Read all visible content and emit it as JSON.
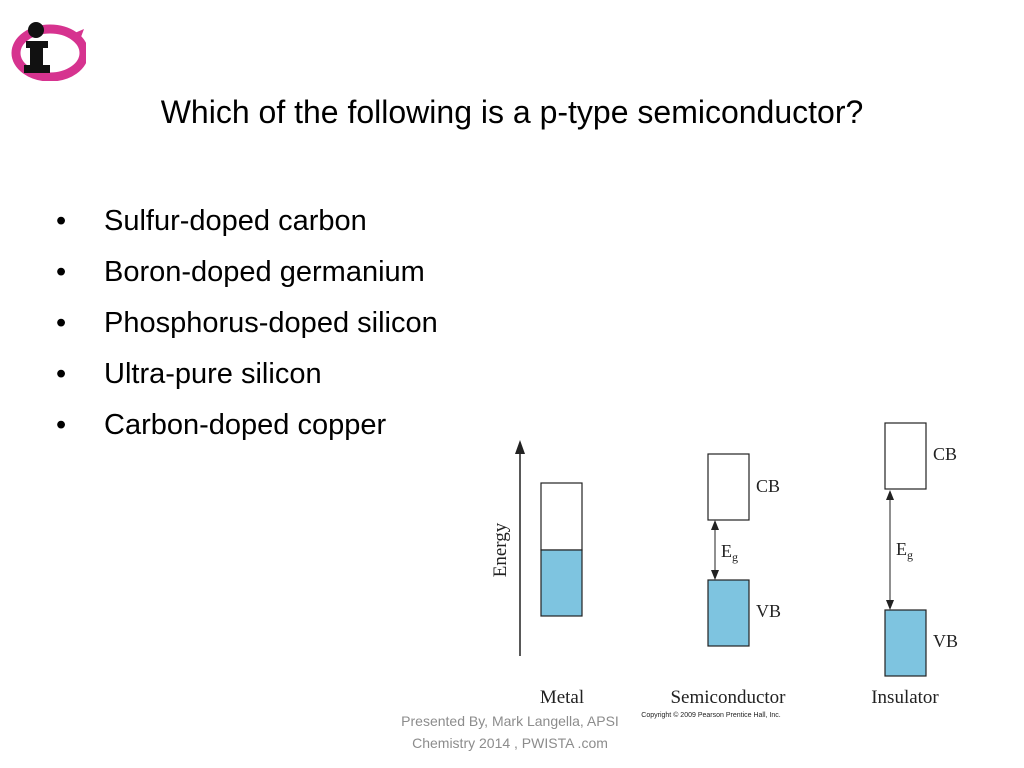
{
  "slide": {
    "title": "Which of the following is a p-type semiconductor?",
    "bullet_symbol": "•",
    "options": [
      "Sulfur-doped carbon",
      "Boron-doped germanium",
      "Phosphorus-doped silicon",
      "Ultra-pure silicon",
      "Carbon-doped copper"
    ]
  },
  "diagram": {
    "axis_label": "Energy",
    "conduction_band": "CB",
    "valence_band": "VB",
    "gap_label": "E",
    "gap_subscript": "g",
    "materials": [
      "Metal",
      "Semiconductor",
      "Insulator"
    ],
    "copyright": "Copyright © 2009 Pearson Prentice Hall, Inc.",
    "colors": {
      "filled_band": "#7ec4e0",
      "outline": "#222222"
    }
  },
  "footer": {
    "line1": "Presented By, Mark Langella, APSI",
    "line2": "Chemistry 2014 , PWISTA .com"
  },
  "logo": {
    "icon": "info-i-logo-icon",
    "color": "#d6338f"
  }
}
